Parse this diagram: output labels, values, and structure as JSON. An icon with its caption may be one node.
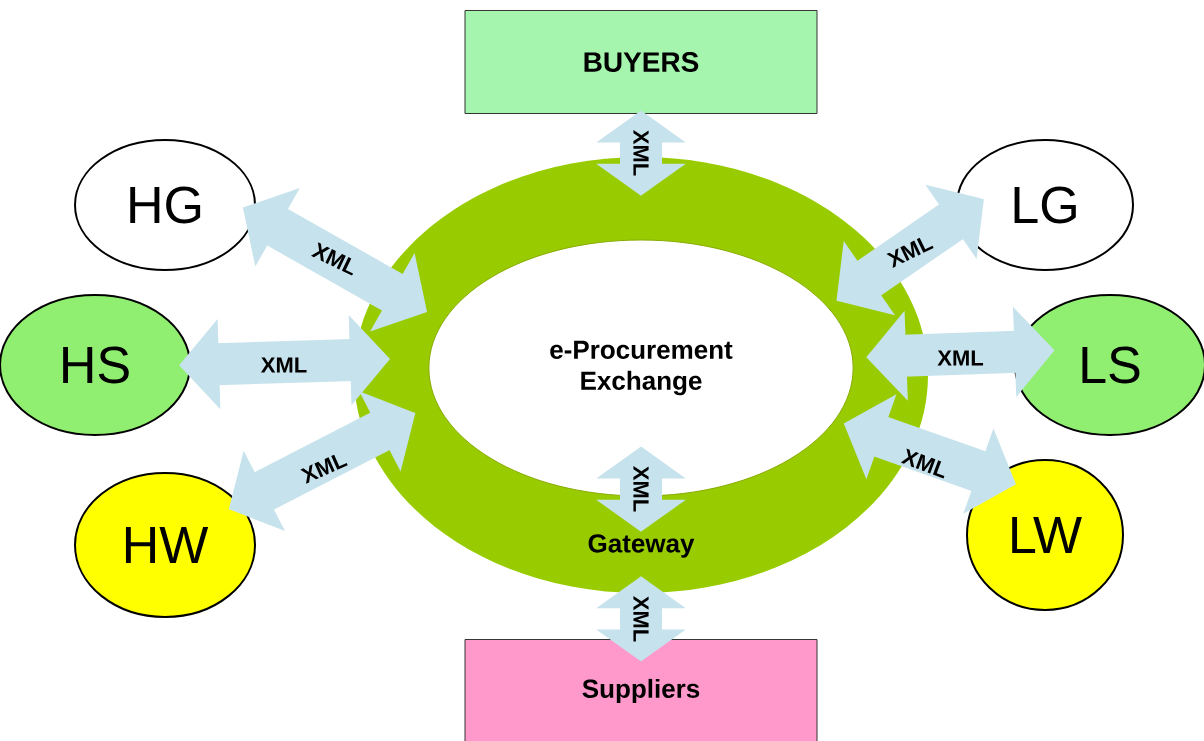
{
  "diagram": {
    "nodes": [
      {
        "text": [
          "BUYERS"
        ]
      },
      {
        "text": [],
        "shape": "ring"
      },
      {
        "text": [
          "e-Procurement Exchange"
        ],
        "in": 1
      },
      {
        "text": [
          "Gateway"
        ],
        "in": 1
      },
      {
        "text": [
          "HG"
        ]
      },
      {
        "text": [
          "HS"
        ]
      },
      {
        "text": [
          "HW"
        ]
      },
      {
        "text": [
          "LG"
        ]
      },
      {
        "text": [
          "LS"
        ]
      },
      {
        "text": [
          "LW"
        ]
      },
      {
        "text": [
          "Suppliers"
        ]
      }
    ],
    "edges": [
      {
        "from": 0,
        "to": 1,
        "arrow": "both",
        "label": "XML"
      },
      {
        "from": 4,
        "to": 1,
        "arrow": "both",
        "label": "XML"
      },
      {
        "from": 5,
        "to": 1,
        "arrow": "both",
        "label": "XML"
      },
      {
        "from": 6,
        "to": 1,
        "arrow": "both",
        "label": "XML"
      },
      {
        "from": 7,
        "to": 1,
        "arrow": "both",
        "label": "XML"
      },
      {
        "from": 8,
        "to": 1,
        "arrow": "both",
        "label": "XML"
      },
      {
        "from": 9,
        "to": 1,
        "arrow": "both",
        "label": "XML"
      },
      {
        "from": 2,
        "to": 3,
        "arrow": "both",
        "label": "XML"
      },
      {
        "from": 1,
        "to": 10,
        "arrow": "both",
        "label": "XML"
      }
    ]
  }
}
